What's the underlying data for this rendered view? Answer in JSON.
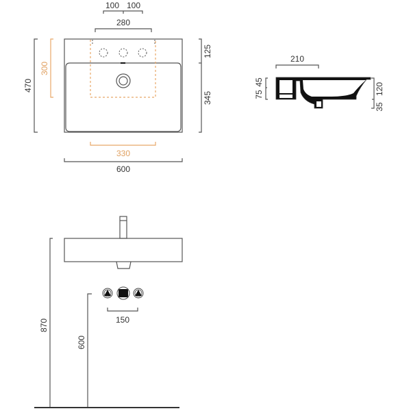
{
  "colors": {
    "line": "#555555",
    "text": "#333333",
    "accent_orange": "#e8a868",
    "fill_dark": "#111111"
  },
  "top_view": {
    "dims": {
      "tap_spacing_left": "100",
      "tap_spacing_right": "100",
      "tap_holes_span": "280",
      "overall_depth": "470",
      "tap_zone_depth": "300",
      "deck_depth": "125",
      "bowl_depth": "345",
      "tap_zone_width": "330",
      "overall_width": "600"
    }
  },
  "side_view": {
    "dims": {
      "overflow_offset": "210",
      "upper_height": "45",
      "lower_height": "75",
      "total_height": "120",
      "drain_depth": "35"
    }
  },
  "front_view": {
    "dims": {
      "mounting_height": "870",
      "supply_height": "600",
      "supply_spacing": "150"
    }
  }
}
